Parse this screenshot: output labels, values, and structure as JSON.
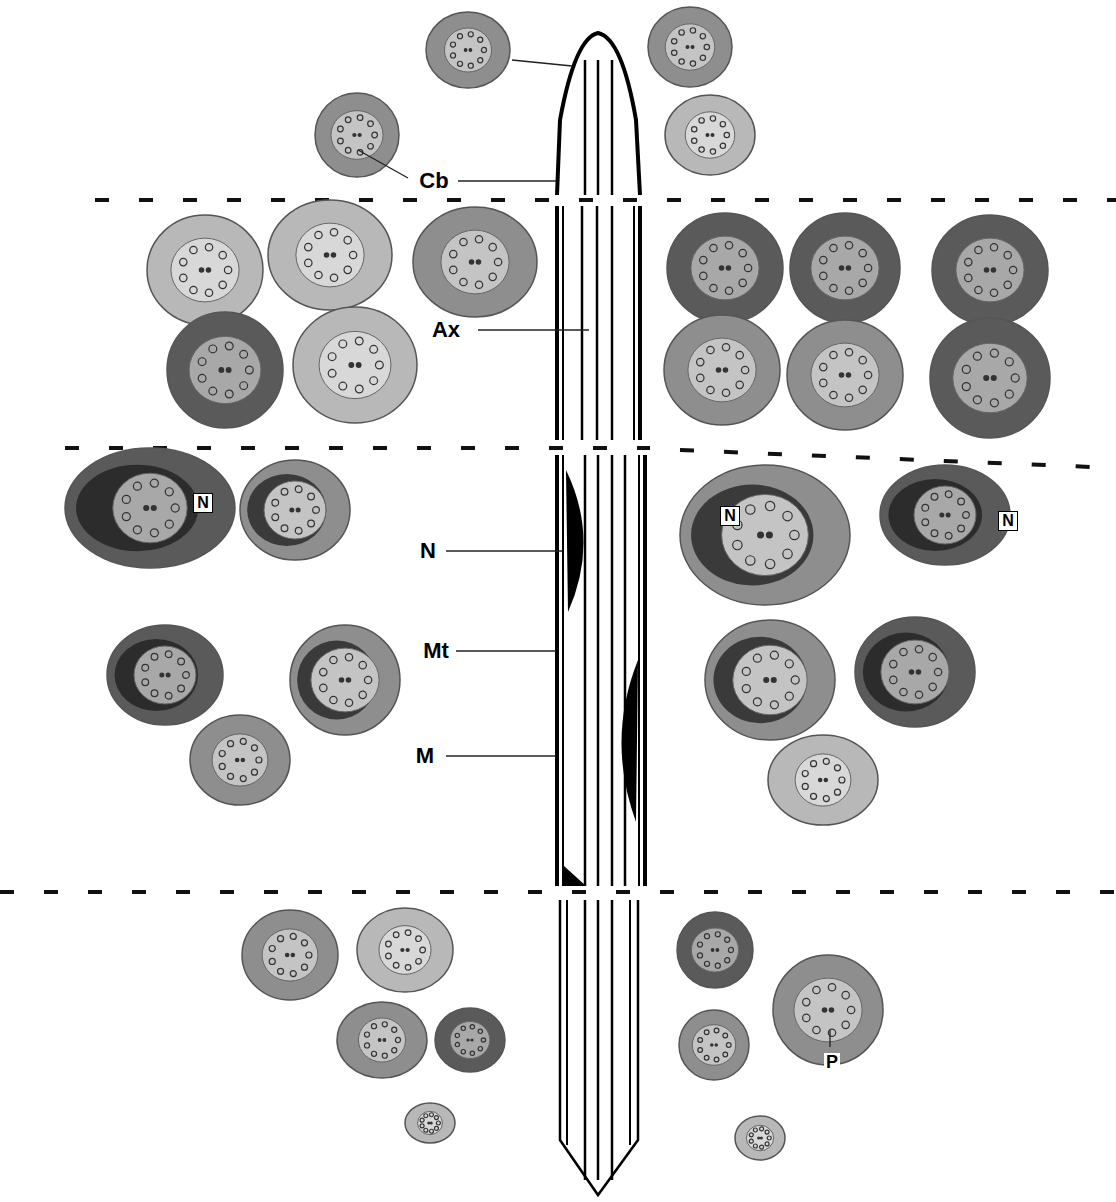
{
  "diagram": {
    "labels": [
      "Cb",
      "Ax",
      "N",
      "N",
      "N",
      "N",
      "Mt",
      "M",
      "P"
    ]
  }
}
